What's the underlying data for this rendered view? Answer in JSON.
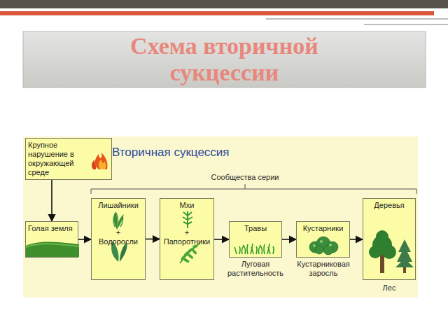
{
  "diagram": {
    "title": "Схема вторичной сукцессии",
    "nodes": [
      {
        "text": [
          "Крупное нарушение в окружающей среде"
        ]
      },
      {
        "text": [
          "Голая земля"
        ]
      },
      {
        "text": [
          "Лишайники",
          "+",
          "Водоросли"
        ]
      },
      {
        "text": [
          "Мхи",
          "+",
          "Папоротники"
        ]
      },
      {
        "text": [
          "Травы"
        ]
      },
      {
        "text": [
          "Кустарники"
        ]
      },
      {
        "text": [
          "Деревья"
        ]
      }
    ],
    "edges": [
      {
        "from": 0,
        "to": 1,
        "arrow": "to"
      },
      {
        "from": 1,
        "to": 2,
        "arrow": "to"
      },
      {
        "from": 2,
        "to": 3,
        "arrow": "to"
      },
      {
        "from": 3,
        "to": 4,
        "arrow": "to"
      },
      {
        "from": 4,
        "to": 5,
        "arrow": "to"
      },
      {
        "from": 5,
        "to": 6,
        "arrow": "to"
      }
    ],
    "labels": [
      "Вторичная сукцессия",
      "Сообщества серии",
      "Луговая растительность",
      "Кустарниковая заросль",
      "Лес"
    ]
  }
}
